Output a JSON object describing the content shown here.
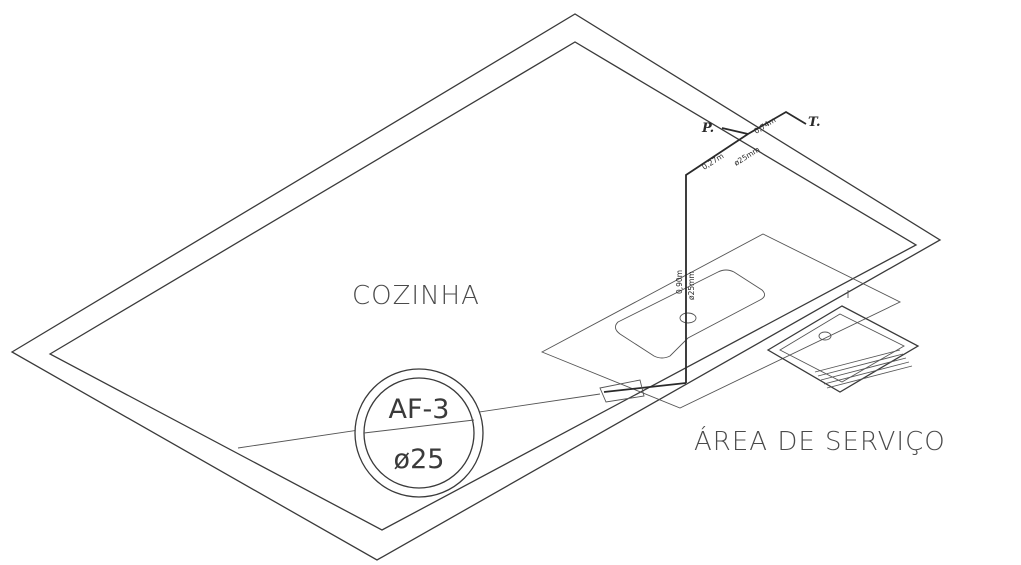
{
  "labels": {
    "kitchen": "COZINHA",
    "service_area": "ÁREA DE SERVIÇO"
  },
  "tag": {
    "code": "AF-3",
    "diameter": "ø25"
  },
  "points": {
    "p": "P.",
    "t": "T."
  },
  "dimensions": {
    "seg_a": "0,27m",
    "seg_a_diam": "ø25mm",
    "seg_b": "0,74m",
    "seg_c": "0,90m",
    "seg_c_diam": "ø25mm"
  },
  "colors": {
    "ink": "#3a3a3a",
    "background": "#ffffff"
  }
}
